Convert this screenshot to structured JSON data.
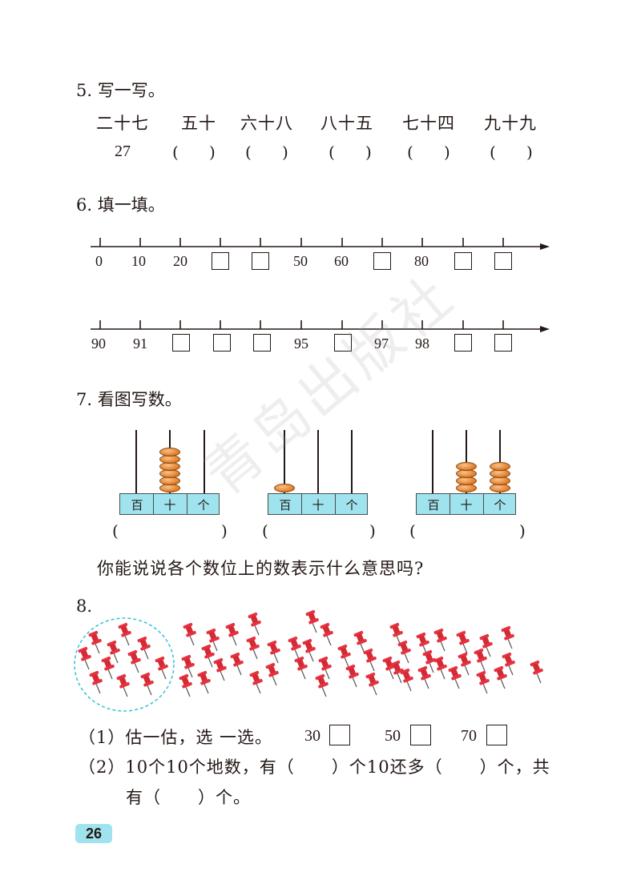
{
  "page_number": "26",
  "watermark": "青岛出版社",
  "q5": {
    "title": "5. 写一写。",
    "words": [
      "二十七",
      "五十",
      "六十八",
      "八十五",
      "七十四",
      "九十九"
    ],
    "example_answer": "27",
    "blank": "(      )"
  },
  "q6": {
    "title": "6. 填一填。",
    "line1_labels": [
      "0",
      "10",
      "20",
      "50",
      "60",
      "80"
    ],
    "line2_labels": [
      "90",
      "91",
      "95",
      "97",
      "98"
    ]
  },
  "q7": {
    "title": "7. 看图写数。",
    "place_values": [
      "百",
      "十",
      "个"
    ],
    "abacus_beads": [
      {
        "hundreds": 0,
        "tens": 6,
        "ones": 0
      },
      {
        "hundreds": 1,
        "tens": 0,
        "ones": 0
      },
      {
        "hundreds": 0,
        "tens": 4,
        "ones": 4
      }
    ],
    "open_paren": "(",
    "close_paren": ")",
    "question": "你能说说各个数位上的数表示什么意思吗?"
  },
  "q8": {
    "title": "8.",
    "part1_label": "（1）估一估，选 一选。",
    "options": [
      "30",
      "50",
      "70"
    ],
    "part2_line1": "（2）10个10个地数，有（      ）个10还多（      ）个，共",
    "part2_line2": "有（      ）个。"
  },
  "colors": {
    "accent_cyan": "#9fe3ee",
    "pin_red": "#e5323f",
    "bead_orange": "#e07a25",
    "dashed_circle": "#33c2d6"
  }
}
